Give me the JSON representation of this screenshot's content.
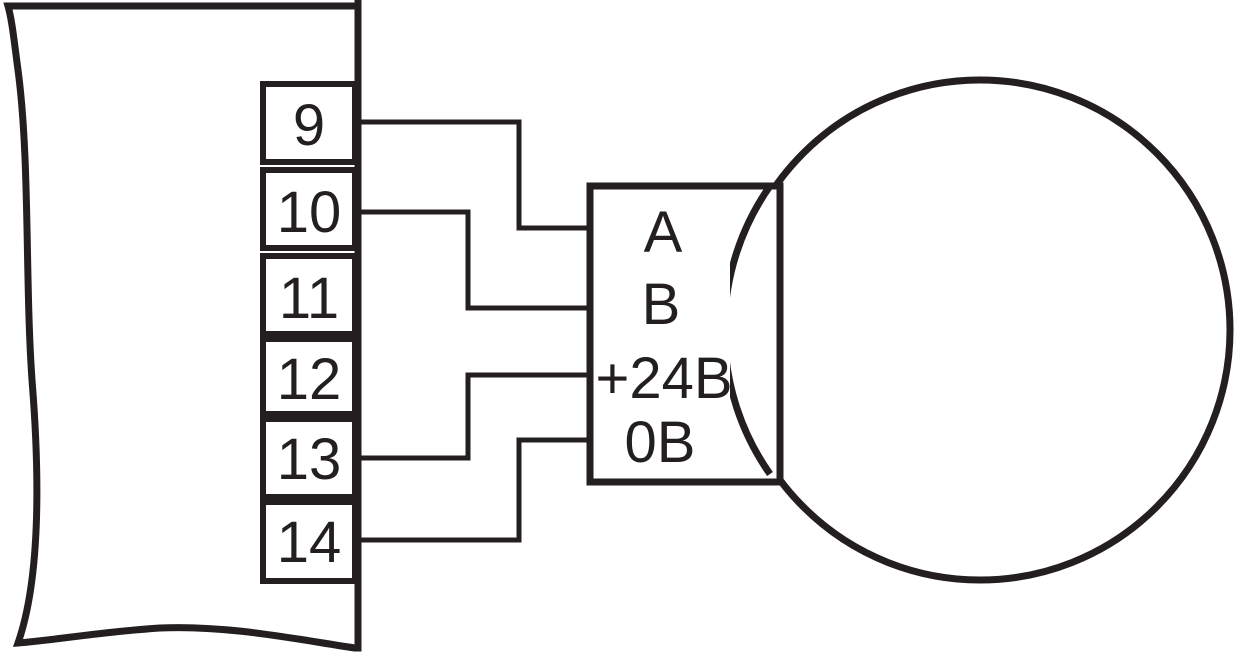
{
  "terminals": [
    "9",
    "10",
    "11",
    "12",
    "13",
    "14"
  ],
  "device_pins": {
    "a": "A",
    "b": "B",
    "plus": "+24B",
    "zero": "0B"
  },
  "colors": {
    "line": "#231f20",
    "background": "#ffffff"
  }
}
